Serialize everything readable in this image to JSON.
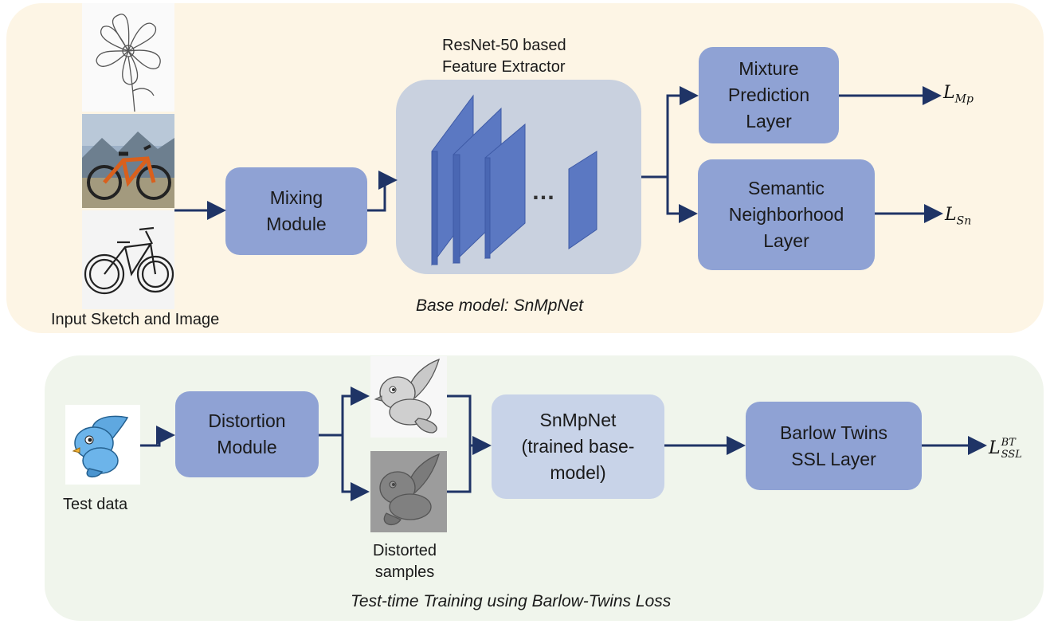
{
  "top": {
    "input_caption": "Input Sketch and Image",
    "mixing_module": "Mixing\nModule",
    "extractor_title": "ResNet-50 based\nFeature Extractor",
    "extractor_ellipsis": "…",
    "mixture_layer": "Mixture\nPrediction\nLayer",
    "semantic_layer": "Semantic\nNeighborhood\nLayer",
    "loss_mp": {
      "base": "L",
      "sub": "Mp"
    },
    "loss_sn": {
      "base": "L",
      "sub": "Sn"
    },
    "caption": "Base model: SnMpNet"
  },
  "bottom": {
    "test_caption": "Test data",
    "distortion_module": "Distortion\nModule",
    "distorted_caption": "Distorted\nsamples",
    "snmpnet_box": "SnMpNet\n(trained base-\nmodel)",
    "barlow_box": "Barlow Twins\nSSL Layer",
    "loss_ssl": {
      "base": "L",
      "sup": "BT",
      "sub": "SSL"
    },
    "caption": "Test-time Training using Barlow-Twins Loss"
  },
  "colors": {
    "top_panel": "#fdf5e5",
    "bottom_panel": "#f0f5ec",
    "module_box": "#8fa2d4",
    "light_box": "#c8d3e8",
    "extractor_bg": "#c9d1df",
    "feature_map": "#5b78c2",
    "arrow": "#1f3466"
  },
  "icons": [
    "flower-sketch-icon",
    "bike-photo-icon",
    "bike-sketch-icon",
    "bird-cartoon-icon",
    "bird-distorted-icon",
    "bird-gray-icon"
  ]
}
